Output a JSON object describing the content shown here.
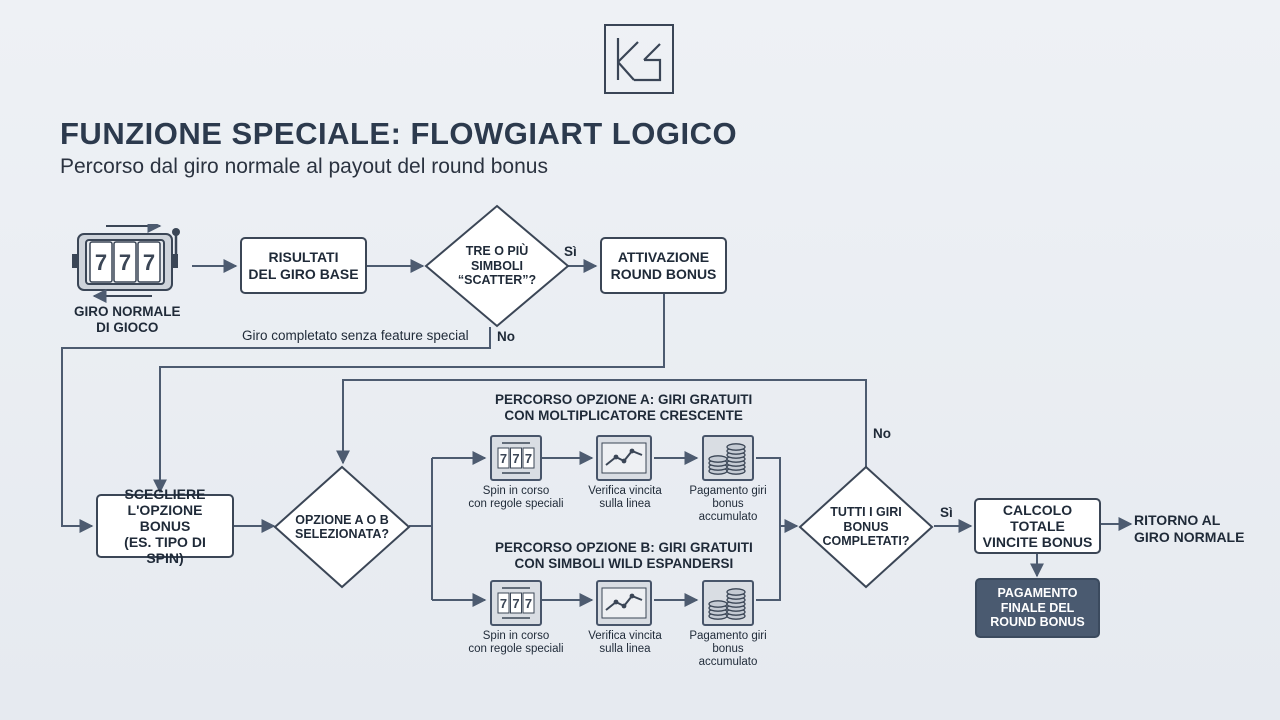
{
  "header": {
    "title": "FUNZIONE SPECIALE: FLOWGIART LOGICO",
    "subtitle": "Percorso dal giro normale al payout del round bonus"
  },
  "nodes": {
    "start_label": "GIRO NORMALE\nDI GIOCO",
    "base_results": "RISULTATI\nDEL GIRO BASE",
    "scatter_decision": "TRE O PIÙ\nSIMBOLI\n“SCATTER”?",
    "bonus_activation": "ATTIVAZIONE\nROUND BONUS",
    "choose_option": "SCEGLIERE\nL'OPZIONE BONUS\n(ES. TIPO DI SPIN)",
    "option_decision": "OPZIONE A O B\nSELEZIONATA?",
    "all_spins_decision": "TUTTI I GIRI\nBONUS\nCOMPLETATI?",
    "calc_total": "CALCOLO TOTALE\nVINCITE BONUS",
    "final_payment": "PAGAMENTO\nFINALE DEL\nROUND BONUS",
    "return_normal": "RITORNO AL\nGIRO NORMALE"
  },
  "edges": {
    "yes_1": "Sì",
    "no_1": "No",
    "no_feature_note": "Giro completato senza feature special",
    "no_2": "No",
    "yes_2": "Sì"
  },
  "path_a": {
    "title": "PERCORSO OPZIONE A: GIRI GRATUITI\nCON MOLTIPLICATORE CRESCENTE",
    "steps": [
      {
        "caption": "Spin in corso\ncon regole speciali",
        "icon": "slot-reels-icon"
      },
      {
        "caption": "Verifica vincita\nsulla linea",
        "icon": "line-chart-icon"
      },
      {
        "caption": "Pagamento giri\nbonus\naccumulato",
        "icon": "coin-stack-icon"
      }
    ]
  },
  "path_b": {
    "title": "PERCORSO OPZIONE B: GIRI GRATUITI\nCON SIMBOLI WILD ESPANDERSI",
    "steps": [
      {
        "caption": "Spin in corso\ncon regole speciali",
        "icon": "slot-reels-icon"
      },
      {
        "caption": "Verifica vincita\nsulla linea",
        "icon": "line-chart-icon"
      },
      {
        "caption": "Pagamento giri\nbonus\naccumulato",
        "icon": "coin-stack-icon"
      }
    ]
  },
  "colors": {
    "line": "#4d5b70",
    "box_border": "#3b4656",
    "dark_box": "#4a5a70",
    "tile_fill": "#d9dde3"
  }
}
